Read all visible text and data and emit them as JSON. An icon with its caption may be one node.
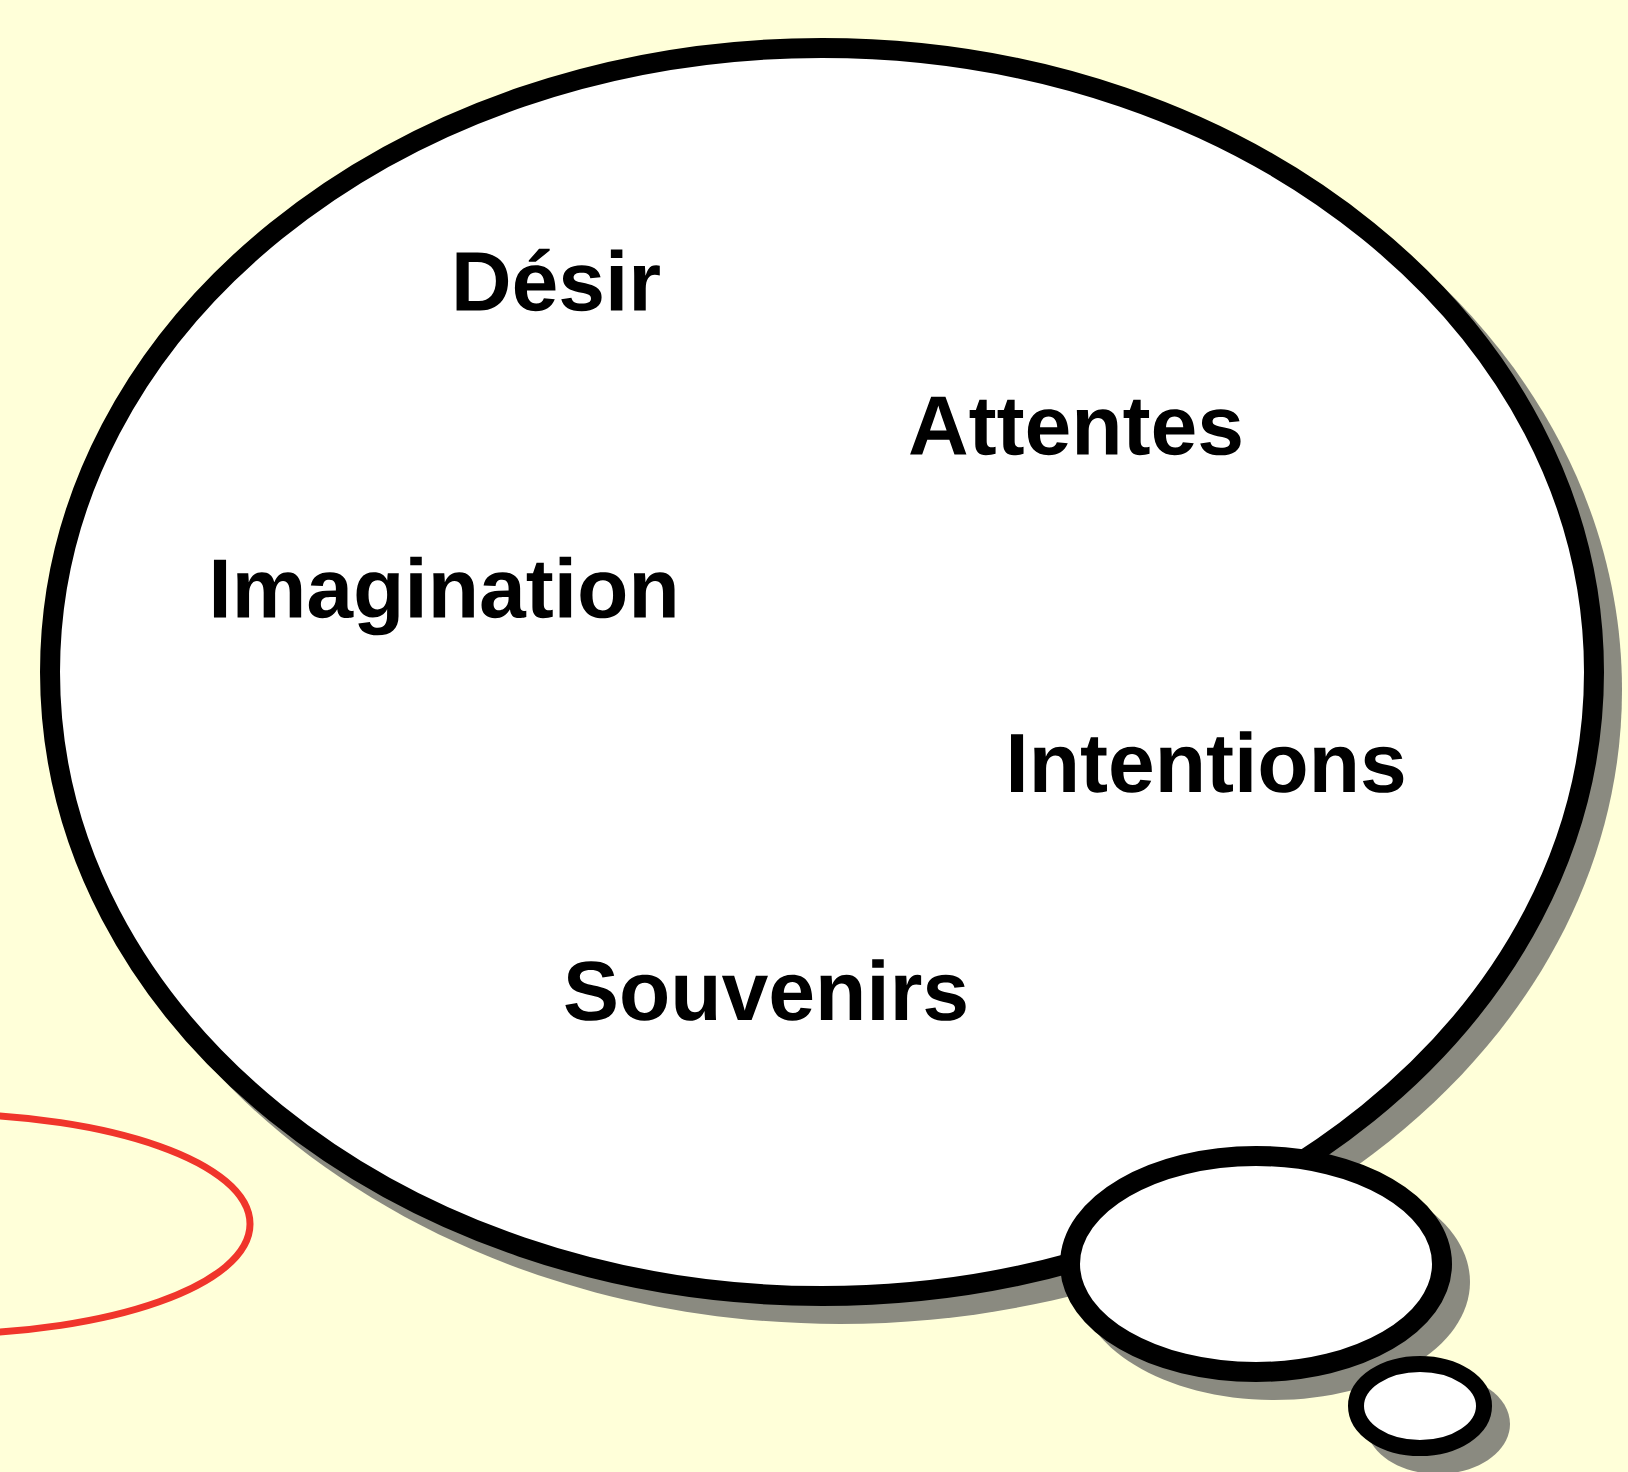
{
  "diagram": {
    "nodes": [
      {
        "text": [
          "Désir",
          "Attentes",
          "Imagination",
          "Intentions",
          "Souvenirs"
        ]
      },
      {
        "text": [],
        "shape": "circle"
      },
      {
        "text": [],
        "shape": "circle"
      },
      {
        "text": [],
        "shape": "circle"
      }
    ]
  }
}
